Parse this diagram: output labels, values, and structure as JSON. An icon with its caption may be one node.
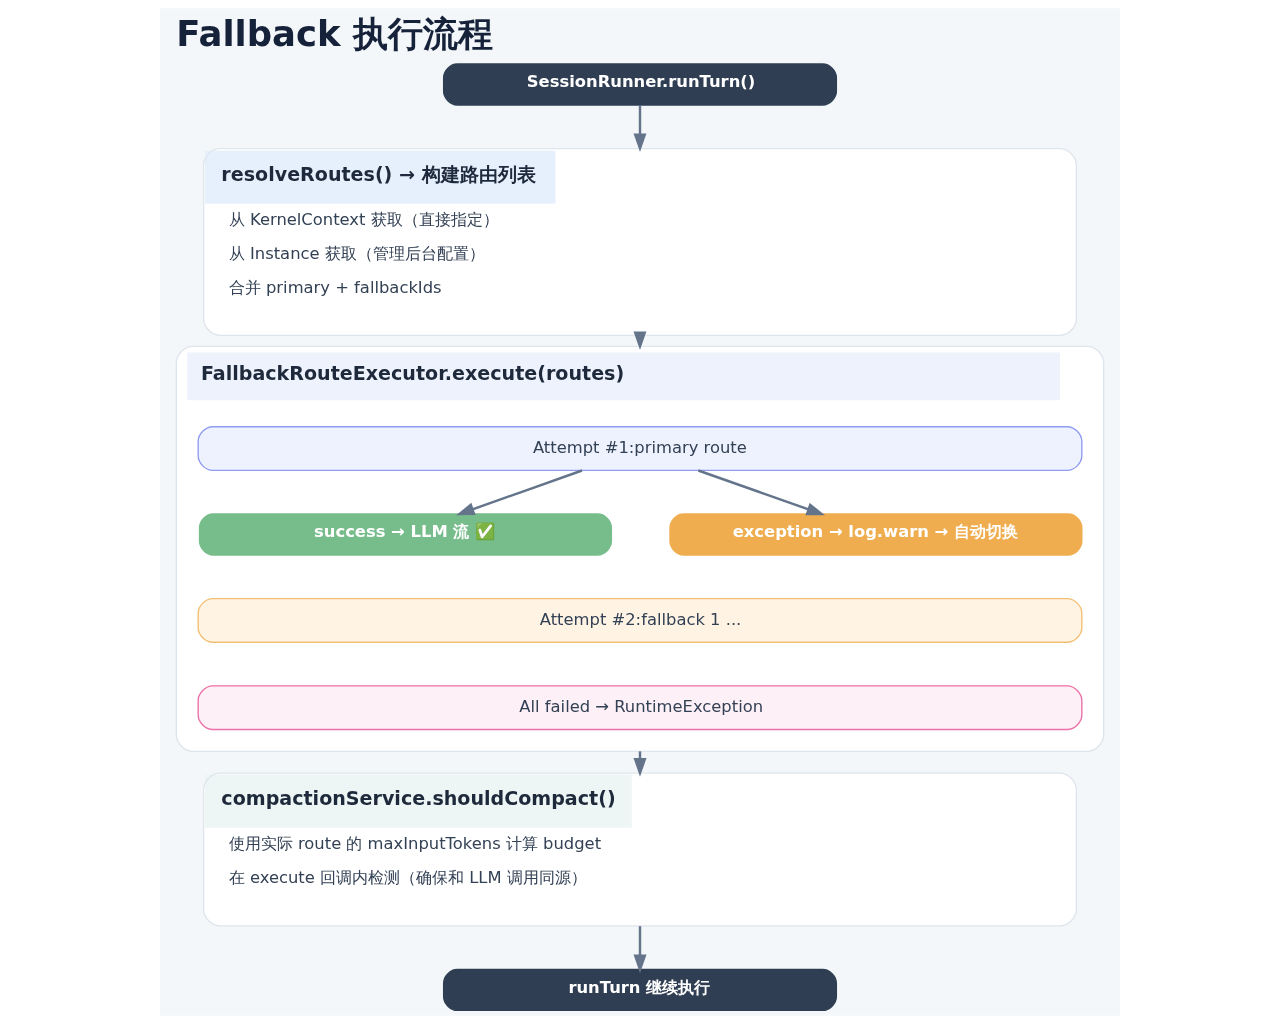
{
  "diagram": {
    "title": "Fallback 执行流程",
    "nodes": [
      {
        "text": [
          "SessionRunner.runTurn()"
        ]
      },
      {
        "text": [
          "resolveRoutes() → 构建路由列表",
          "从 KernelContext 获取（直接指定）",
          "从 Instance 获取（管理后台配置）",
          "合并 primary + fallbackIds"
        ]
      },
      {
        "text": [
          "FallbackRouteExecutor.execute(routes)"
        ]
      },
      {
        "text": [
          "Attempt #1:primary route"
        ],
        "in": 2
      },
      {
        "text": [
          "success → LLM 流 ✅"
        ],
        "in": 2
      },
      {
        "text": [
          "exception → log.warn → 自动切换"
        ],
        "in": 2
      },
      {
        "text": [
          "Attempt #2:fallback 1 ..."
        ],
        "in": 2
      },
      {
        "text": [
          "All failed → RuntimeException"
        ],
        "in": 2
      },
      {
        "text": [
          "compactionService.shouldCompact()",
          "使用实际 route 的 maxInputTokens 计算 budget",
          "在 execute 回调内检测（确保和 LLM 调用同源）"
        ]
      },
      {
        "text": [
          "runTurn 继续执行"
        ]
      }
    ],
    "edges": [
      {
        "from": 0,
        "to": 1,
        "arrow": "to"
      },
      {
        "from": 1,
        "to": 2,
        "arrow": "to"
      },
      {
        "from": 3,
        "to": 4,
        "arrow": "to"
      },
      {
        "from": 3,
        "to": 5,
        "arrow": "to"
      },
      {
        "from": 2,
        "to": 8,
        "arrow": "to"
      },
      {
        "from": 8,
        "to": 9,
        "arrow": "to"
      }
    ]
  }
}
